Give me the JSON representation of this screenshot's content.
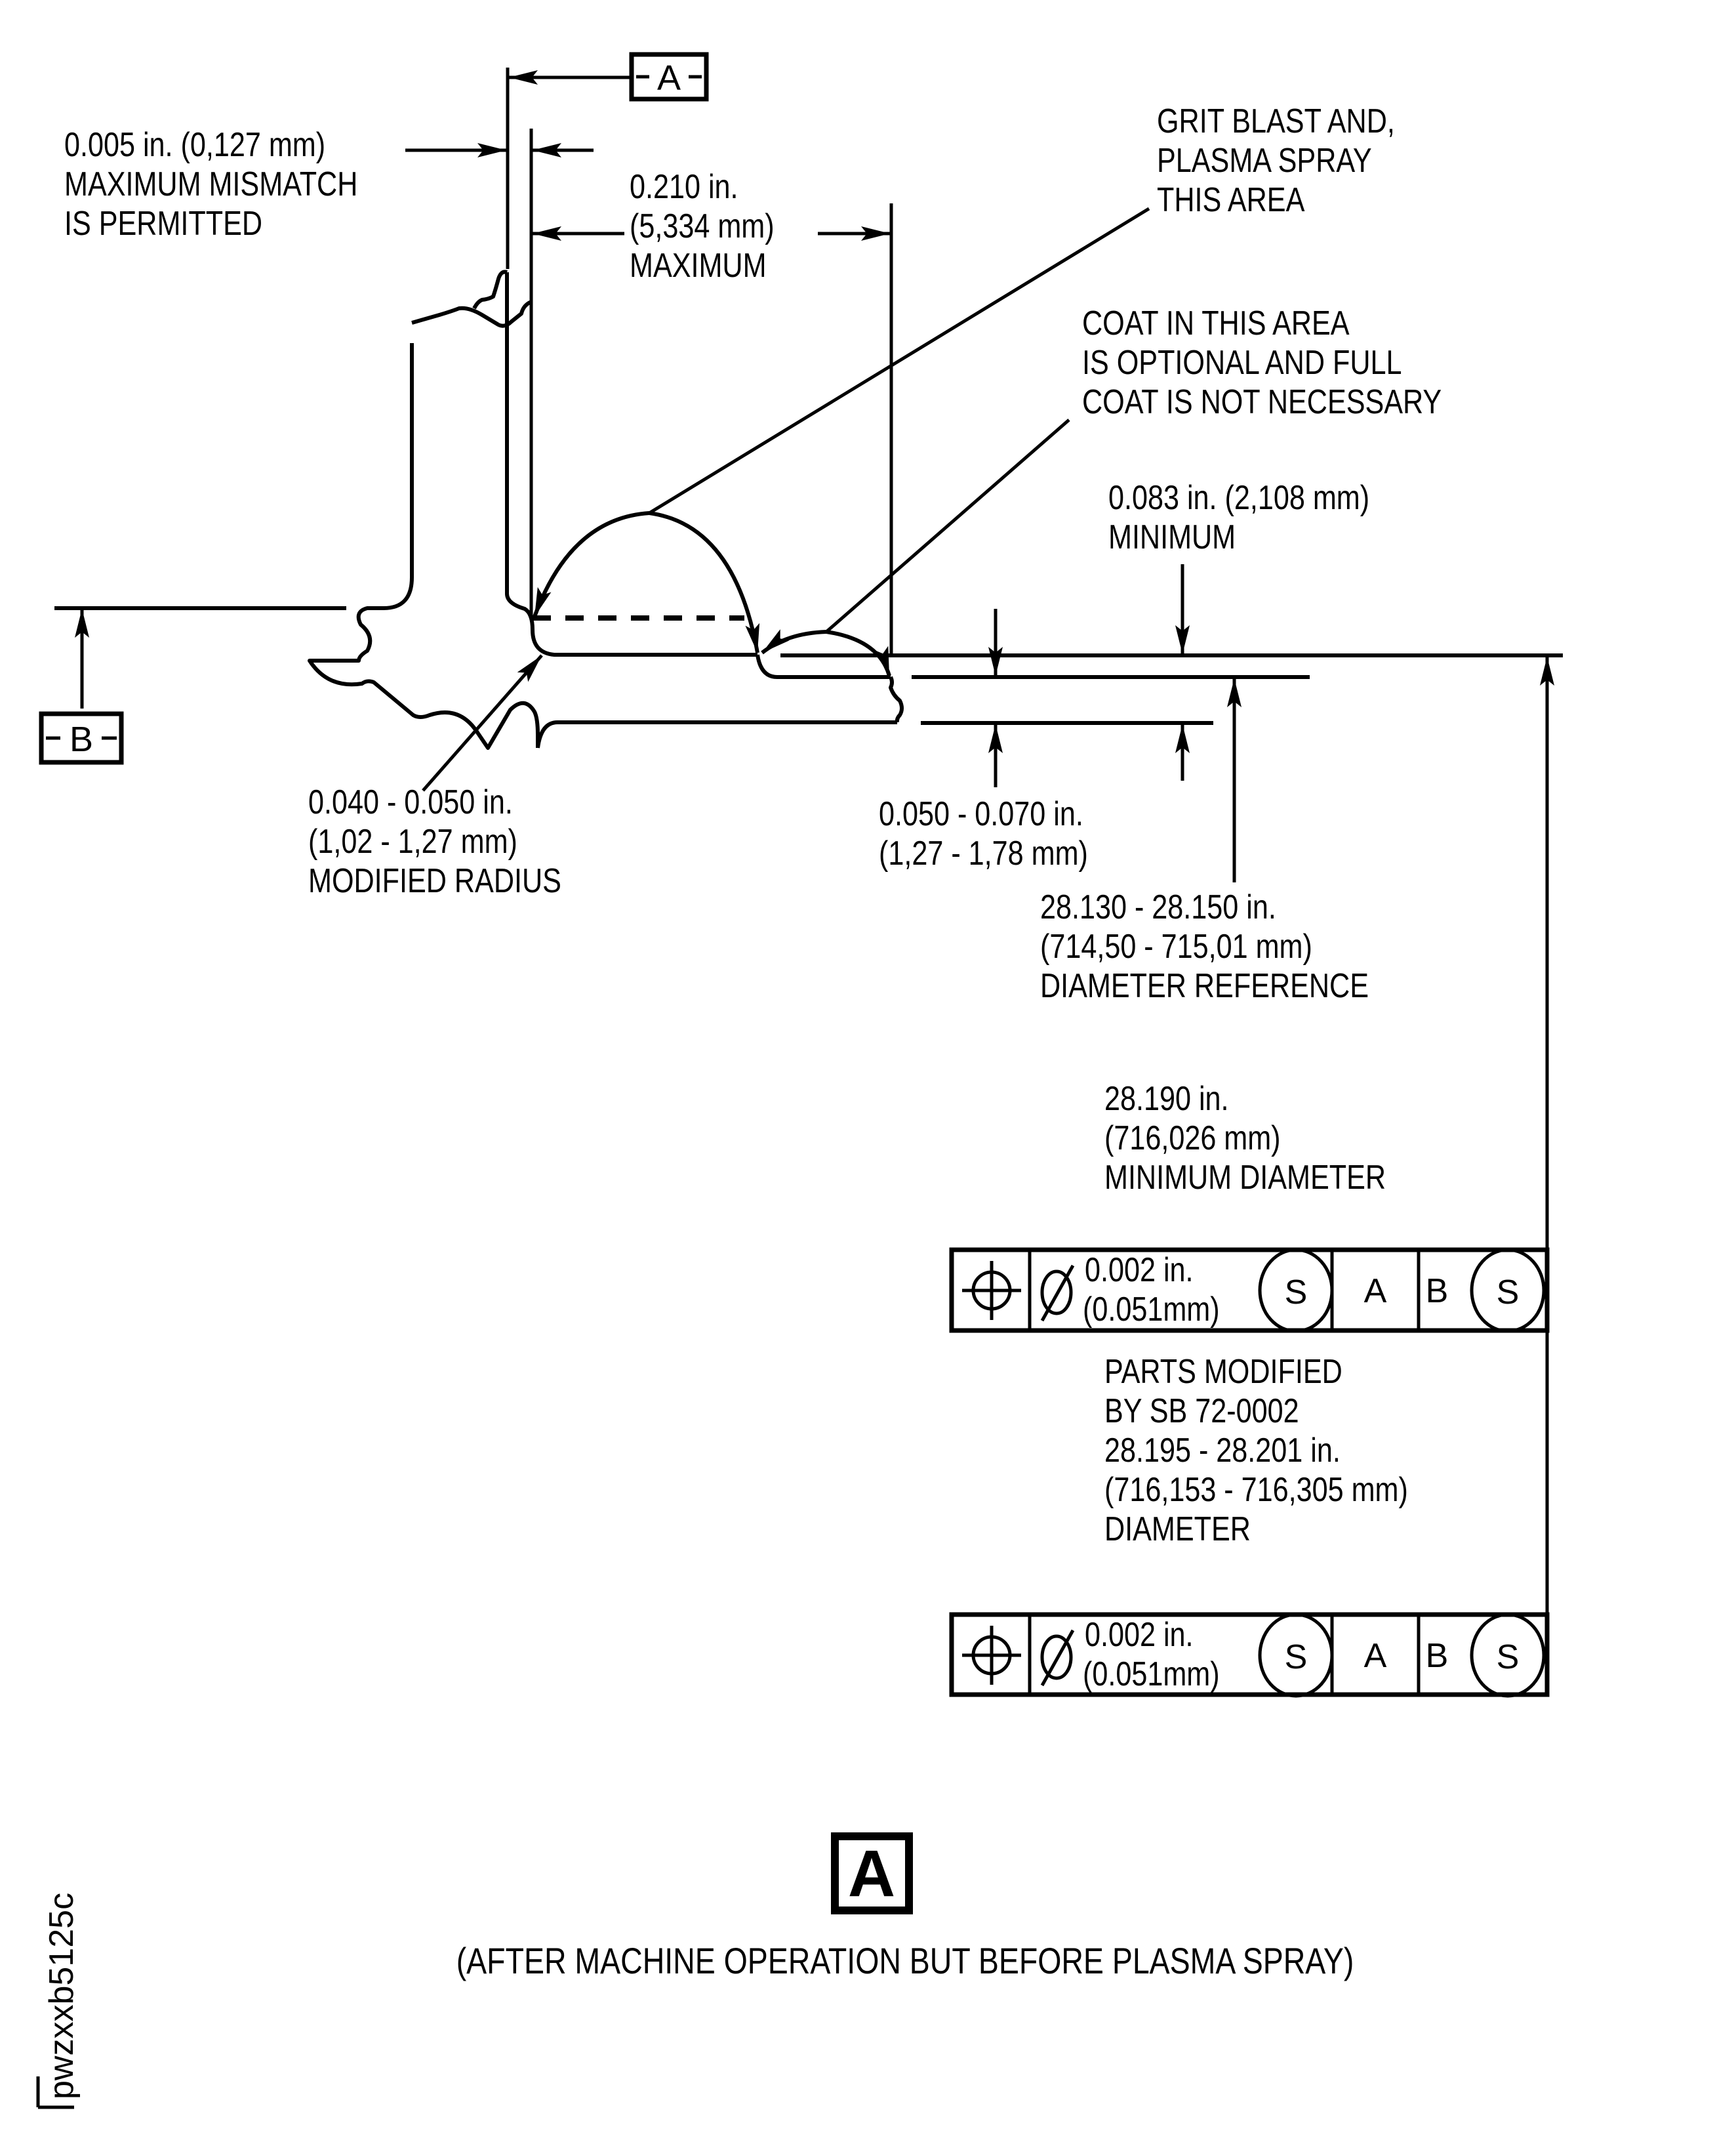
{
  "figure": {
    "view_label": "A",
    "caption": "(AFTER MACHINE OPERATION BUT BEFORE PLASMA SPRAY)",
    "figure_id": "pwzxxb5125c"
  },
  "datums": {
    "a": "A",
    "b": "B"
  },
  "callouts": {
    "mismatch": [
      "0.005 in. (0,127 mm)",
      "MAXIMUM MISMATCH",
      "IS PERMITTED"
    ],
    "width_max": [
      "0.210 in.",
      "(5,334 mm)",
      "MAXIMUM"
    ],
    "grit_blast": [
      "GRIT BLAST AND,",
      "PLASMA SPRAY",
      "THIS AREA"
    ],
    "coat_optional": [
      "COAT IN THIS AREA",
      "IS OPTIONAL AND FULL",
      "COAT IS NOT NECESSARY"
    ],
    "min_depth": [
      "0.083 in. (2,108 mm)",
      "MINIMUM"
    ],
    "modified_radius": [
      "0.040 - 0.050 in.",
      "(1,02 - 1,27 mm)",
      "MODIFIED RADIUS"
    ],
    "step_depth": [
      "0.050 - 0.070 in.",
      "(1,27 - 1,78 mm)"
    ],
    "diameter_ref": [
      "28.130 - 28.150 in.",
      "(714,50 - 715,01 mm)",
      "DIAMETER REFERENCE"
    ],
    "min_diameter": [
      "28.190 in.",
      "(716,026 mm)",
      "MINIMUM DIAMETER"
    ],
    "parts_modified": [
      "PARTS MODIFIED",
      "BY SB 72-0002",
      "28.195 - 28.201 in.",
      "(716,153 - 716,305 mm)",
      "DIAMETER"
    ]
  },
  "feature_control_frames": [
    {
      "characteristic": "position",
      "diameter_symbol": "Ø",
      "tolerance_in": "0.002 in.",
      "tolerance_mm": "(0.051mm)",
      "modifier": "S",
      "datum_primary": "A",
      "datum_secondary": "B",
      "datum_secondary_modifier": "S"
    },
    {
      "characteristic": "position",
      "diameter_symbol": "Ø",
      "tolerance_in": "0.002 in.",
      "tolerance_mm": "(0.051mm)",
      "modifier": "S",
      "datum_primary": "A",
      "datum_secondary": "B",
      "datum_secondary_modifier": "S"
    }
  ],
  "colors": {
    "ink": "#000000",
    "paper": "#ffffff"
  }
}
